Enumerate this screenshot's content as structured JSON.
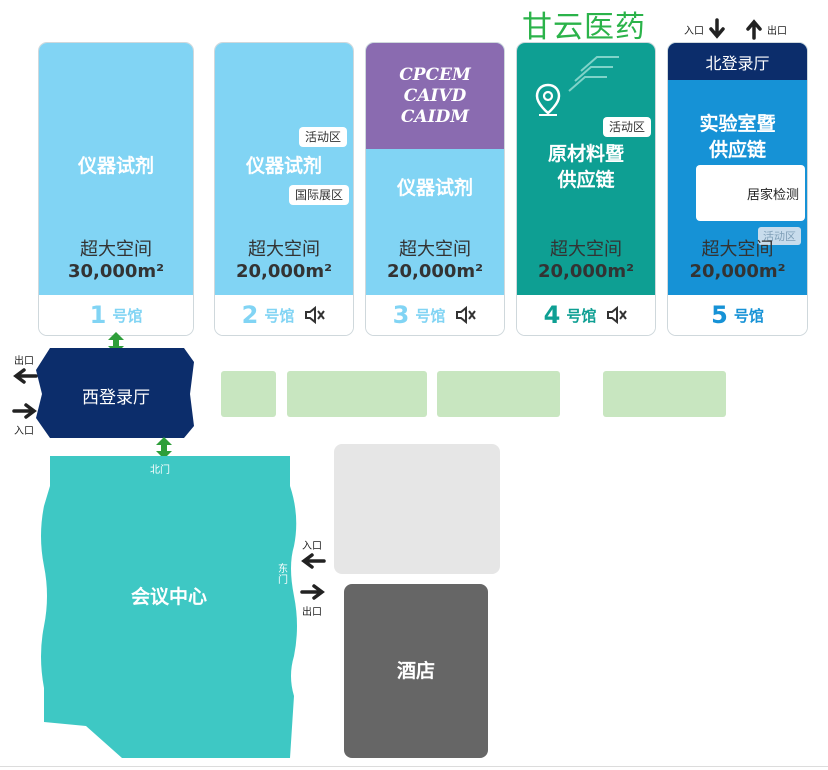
{
  "brand": {
    "name": "甘云医药",
    "color": "#2bb34a"
  },
  "halls": [
    {
      "id": 1,
      "title": "仪器试剂",
      "space": "超大空间",
      "area": "30,000m²",
      "number": "1",
      "label": "号馆",
      "bg": "#81d4f4"
    },
    {
      "id": 2,
      "title": "仪器试剂",
      "space": "超大空间",
      "area": "20,000m²",
      "number": "2",
      "label": "号馆",
      "tags": [
        "活动区",
        "国际展区"
      ],
      "bg": "#81d4f4"
    },
    {
      "id": 3,
      "banner": [
        "CPCEM",
        "CAIVD",
        "CAIDM"
      ],
      "title": "仪器试剂",
      "space": "超大空间",
      "area": "20,000m²",
      "number": "3",
      "label": "号馆",
      "bg": "#81d4f4",
      "banner_bg": "#8a6bb0"
    },
    {
      "id": 4,
      "title_lines": [
        "原材料暨",
        "供应链"
      ],
      "tag": "活动区",
      "space": "超大空间",
      "area": "20,000m²",
      "number": "4",
      "label": "号馆",
      "bg": "#0e9f93"
    },
    {
      "id": 5,
      "header": "北登录厅",
      "title_lines": [
        "实验室暨",
        "供应链"
      ],
      "box_label": "居家检测",
      "tag": "活动区",
      "space": "超大空间",
      "area": "20,000m²",
      "number": "5",
      "label": "号馆",
      "bg": "#1692d6",
      "header_bg": "#0c2d6b"
    }
  ],
  "north_entrance": {
    "in_label": "入口",
    "out_label": "出口"
  },
  "west_lobby": {
    "label": "西登录厅",
    "out_label": "出口",
    "in_label": "入口",
    "color": "#0c2d6b"
  },
  "conference": {
    "label": "会议中心",
    "north_gate": "北门",
    "east_gate": "东门",
    "in_label": "入口",
    "out_label": "出口",
    "color": "#3ec8c4"
  },
  "hotel": {
    "label": "酒店",
    "color": "#666666"
  },
  "colors": {
    "green_block": "#c8e6c0",
    "gray_block": "#e6e6e6",
    "arrow_green": "#2e9e3a"
  }
}
